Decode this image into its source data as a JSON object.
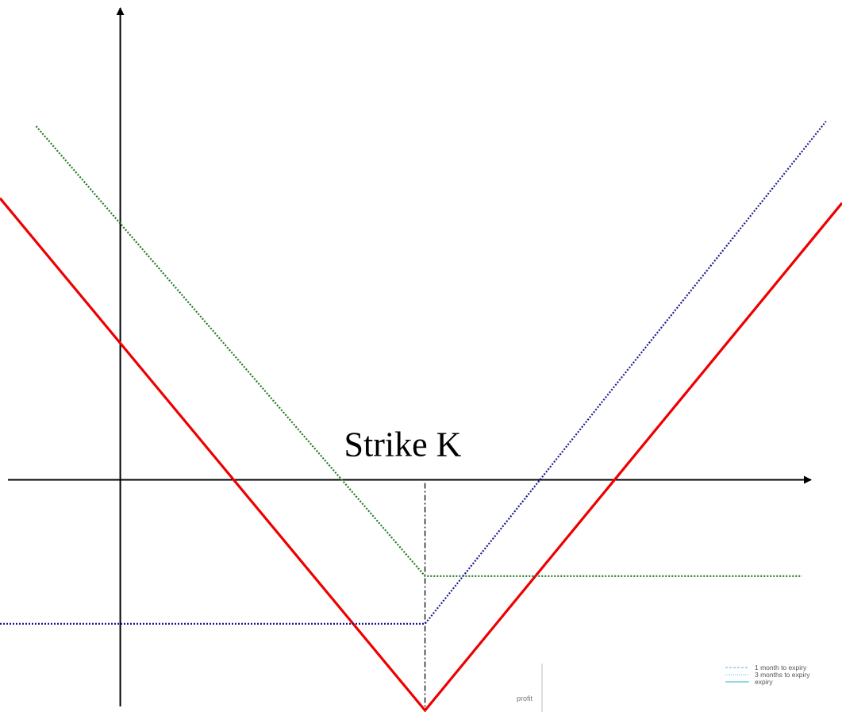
{
  "chart_data": {
    "type": "line",
    "title": "",
    "xlabel": "",
    "ylabel": "",
    "xlim": [
      -15,
      90
    ],
    "ylim": [
      -28.7,
      59.3
    ],
    "strike": {
      "x": 38,
      "label": "Strike K"
    },
    "series": [
      {
        "key": "expiry_payoff",
        "color": "#ee0000",
        "style": "solid",
        "x": [
          -15,
          38,
          90
        ],
        "y": [
          34.8,
          -28.5,
          34.2
        ]
      },
      {
        "key": "put_premium",
        "color": "#1f7a1f",
        "style": "dotted",
        "x": [
          -10.5,
          38,
          85
        ],
        "y": [
          43.7,
          -11.9,
          -11.9
        ]
      },
      {
        "key": "call_premium",
        "color": "#1a1a8c",
        "style": "dotted",
        "x": [
          -15,
          38,
          88
        ],
        "y": [
          -17.8,
          -17.8,
          44.3
        ]
      }
    ],
    "annotations": {
      "profit": "profit"
    },
    "legend": {
      "position": "bottom-right",
      "entries": [
        {
          "label": "1 month to expiry",
          "style": "dashed",
          "color": "#5aa9e6"
        },
        {
          "label": "3 months to expiry",
          "style": "dotted",
          "color": "#5aa9e6"
        },
        {
          "label": "expiry",
          "style": "solid",
          "color": "#29b6c6"
        }
      ]
    }
  }
}
